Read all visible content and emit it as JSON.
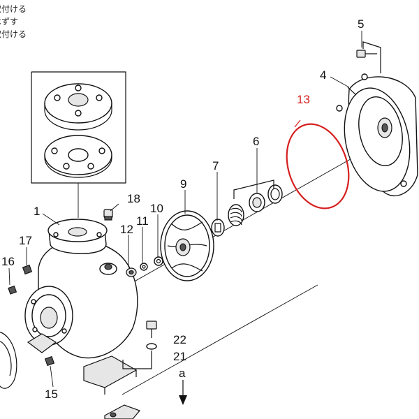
{
  "header_notes": [
    "取付ける",
    "はずす",
    "取付ける"
  ],
  "highlight_color": "#d62020",
  "highlighted_part": "13",
  "callouts": {
    "p1": "1",
    "p4": "4",
    "p5": "5",
    "p6": "6",
    "p7": "7",
    "p9": "9",
    "p10": "10",
    "p11": "11",
    "p12": "12",
    "p13": "13",
    "p15": "15",
    "p16": "16",
    "p17": "17",
    "p18": "18",
    "p21": "21",
    "p22": "22",
    "pa": "a"
  }
}
